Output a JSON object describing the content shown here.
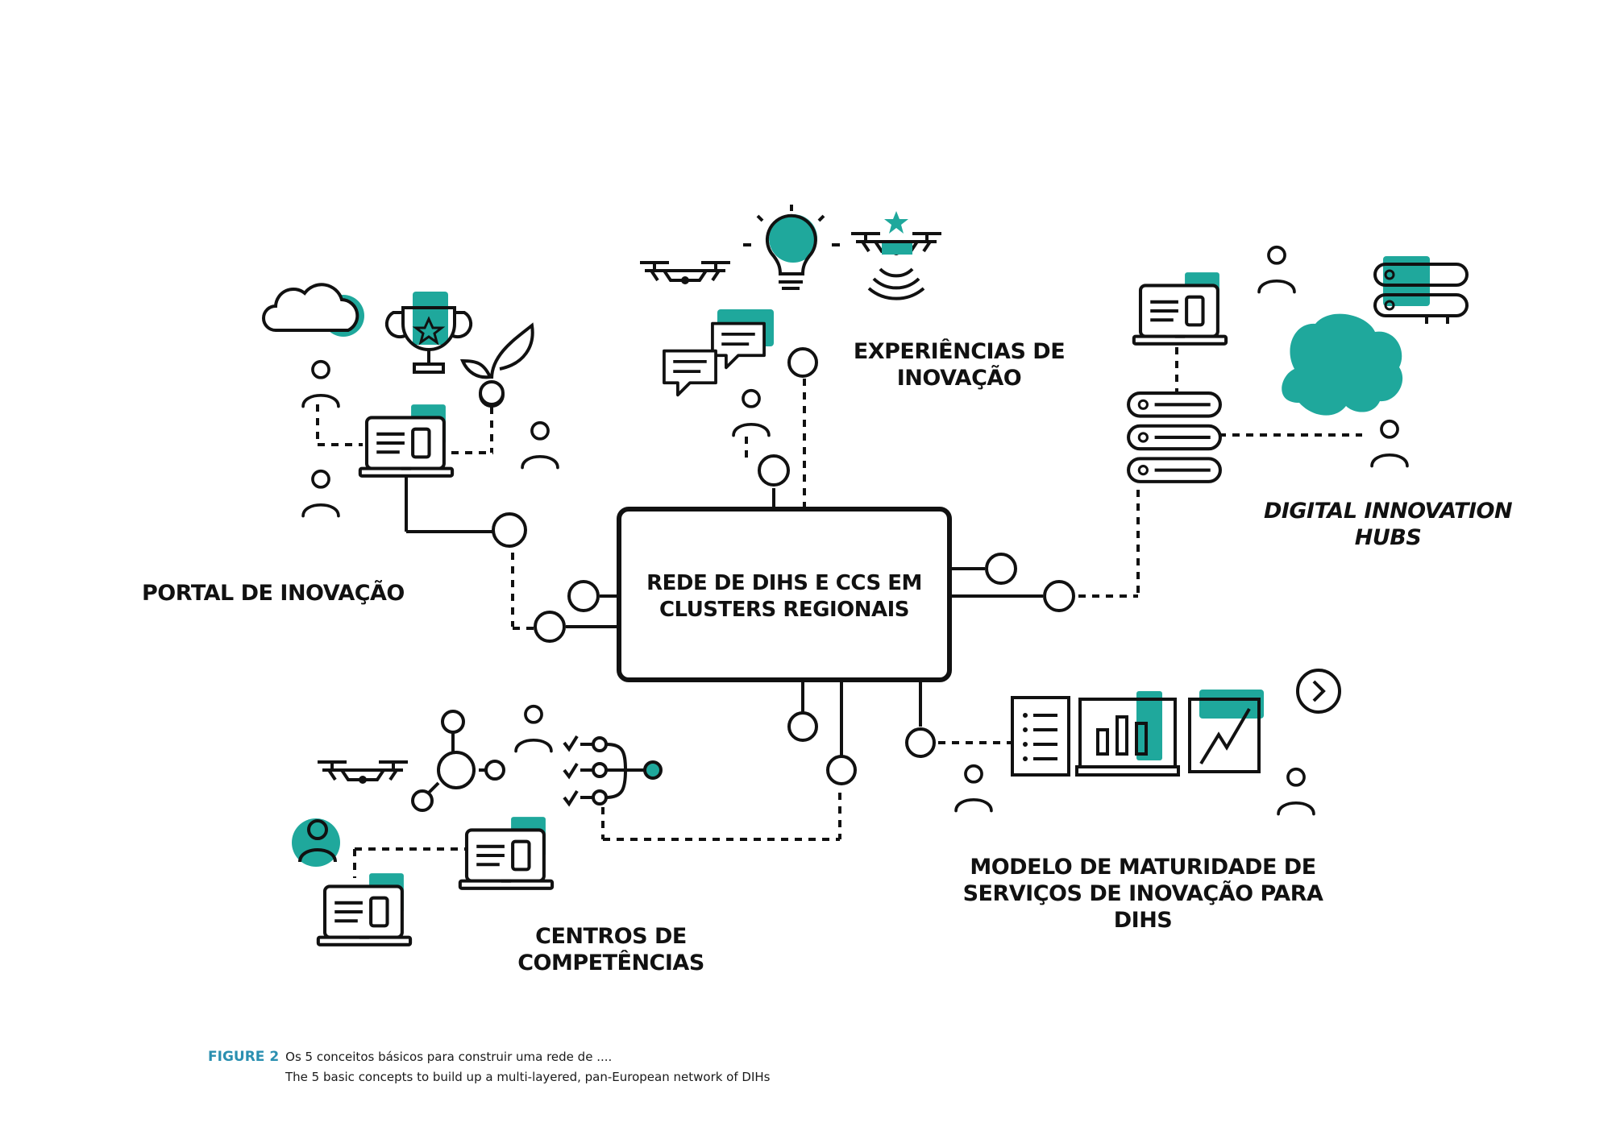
{
  "colors": {
    "accent": "#1fa89c",
    "line": "#111111",
    "caption_accent": "#2a8fb0"
  },
  "center": {
    "line1": "REDE DE DIHS E CCS EM",
    "line2": "CLUSTERS REGIONAIS"
  },
  "labels": {
    "portal": "PORTAL DE INOVAÇÃO",
    "experiencias": {
      "line1": "EXPERIÊNCIAS DE",
      "line2": "INOVAÇÃO"
    },
    "dih": {
      "line1": "DIGITAL INNOVATION",
      "line2": "HUBS"
    },
    "modelo": {
      "line1": "MODELO DE MATURIDADE DE",
      "line2": "SERVIÇOS  DE INOVAÇÃO PARA",
      "line3": "DIHS"
    },
    "centros": {
      "line1": "CENTROS DE",
      "line2": "COMPETÊNCIAS"
    }
  },
  "caption": {
    "figure": "FIGURE 2",
    "line1": "Os 5 conceitos básicos para construir uma rede de ....",
    "line2": "The 5 basic concepts to build up a multi-layered, pan-European network of DIHs"
  },
  "icons": [
    "cloud-icon",
    "trophy-icon",
    "plant-icon",
    "person-icon",
    "laptop-icon",
    "drone-icon",
    "lightbulb-icon",
    "chat-icon",
    "server-icon",
    "checklist-icon",
    "bar-chart-icon",
    "line-chart-icon",
    "arrow-circle-icon",
    "hub-network-icon"
  ]
}
